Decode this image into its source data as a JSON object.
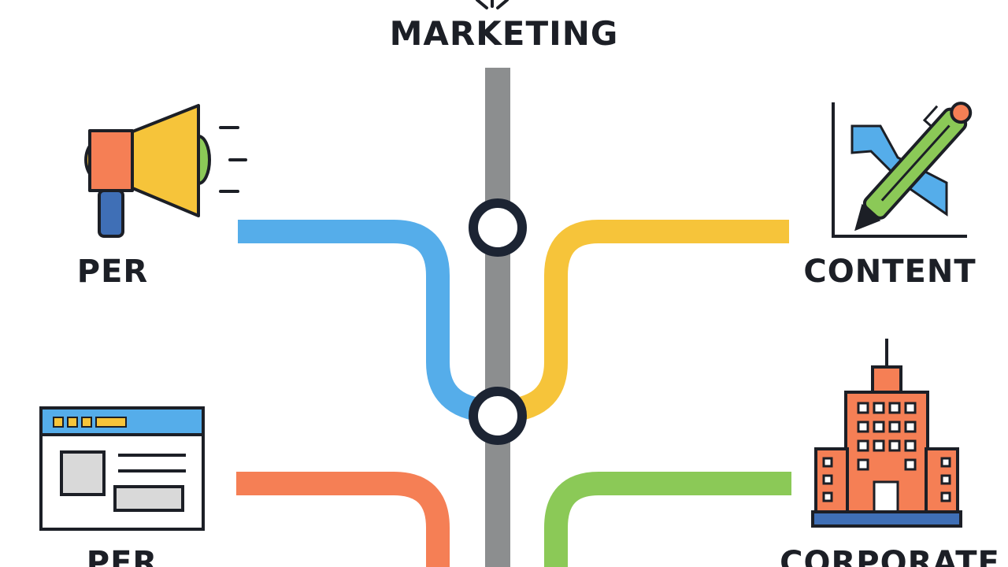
{
  "title": "MARKETING",
  "labels": {
    "top_left": "PER",
    "top_right": "CONTENT",
    "bottom_left": "PER",
    "bottom_right": "CORPORATE"
  },
  "colors": {
    "trunk": "#8c8e8f",
    "blue_line": "#55adea",
    "yellow_line": "#f6c43a",
    "orange_line": "#f57f55",
    "green_line": "#8bc957",
    "station_ring": "#1c2433"
  },
  "icons": {
    "top_left": "megaphone-icon",
    "top_right": "pen-chart-icon",
    "bottom_left": "browser-window-icon",
    "bottom_right": "office-building-icon",
    "title": "sparkle-icon"
  }
}
